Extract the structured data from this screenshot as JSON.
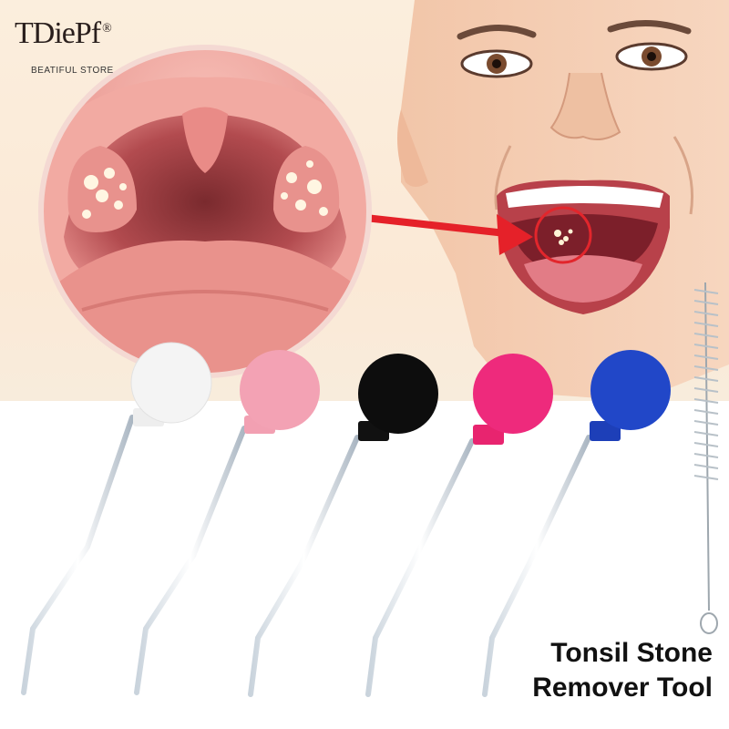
{
  "brand": {
    "name": "TDiePf",
    "registered": "®",
    "tagline": "BEATIFUL STORE"
  },
  "caption": {
    "line1": "Tonsil Stone",
    "line2": "Remover Tool"
  },
  "product_colors": [
    "#f4f4f4",
    "#f3a2b4",
    "#0d0d0d",
    "#ee2a7c",
    "#2147c8"
  ],
  "icons": [
    "tonsil-closeup",
    "red-arrow",
    "face-illustration",
    "cleaning-brush"
  ]
}
